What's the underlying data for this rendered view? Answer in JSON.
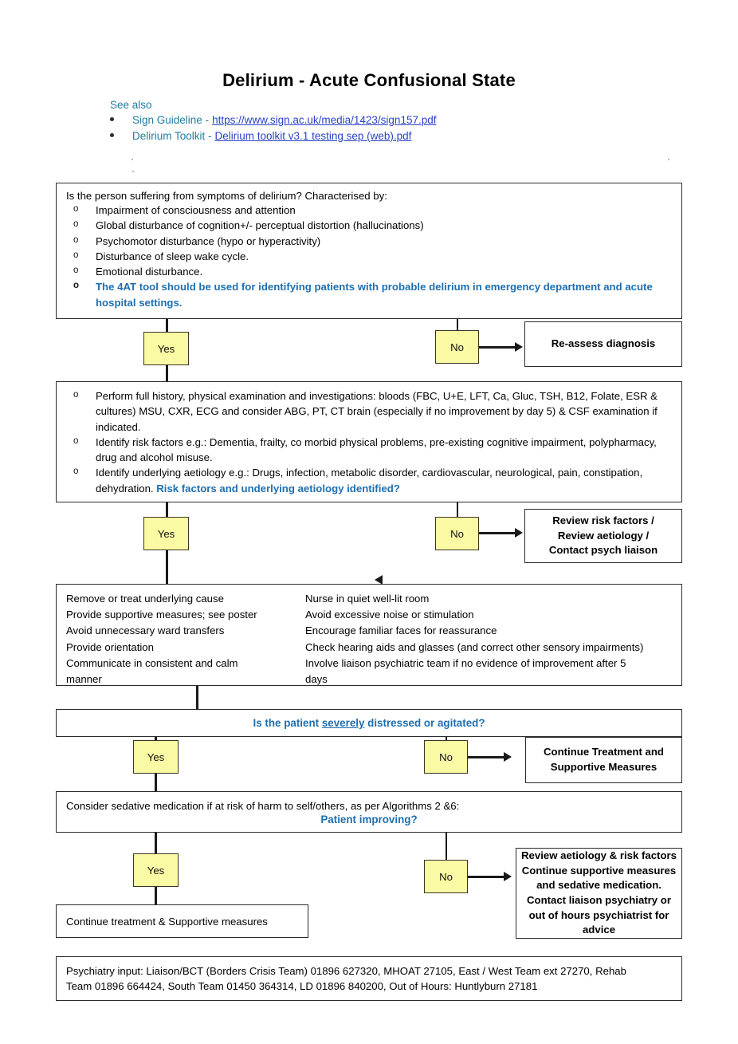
{
  "header": {
    "title": "Delirium - Acute Confusional State",
    "see_also_label": "See also",
    "links": [
      {
        "label": "Sign Guideline -",
        "url_text": "https://www.sign.ac.uk/media/1423/sign157.pdf"
      },
      {
        "label": "Delirium Toolkit -",
        "url_text": "Delirium toolkit v3.1 testing sep (web).pdf"
      }
    ]
  },
  "colors": {
    "accent_blue": "#1E6FB0",
    "link_teal": "#1F7C9E",
    "hyperlink": "#2A43C8",
    "chip_yellow": "#FAFAA5",
    "border": "#2b2b2b"
  },
  "step1": {
    "lead": "Is the person suffering from symptoms of delirium? Characterised by:",
    "items": [
      "Impairment of consciousness and attention",
      "Global disturbance of cognition+/- perceptual distortion (hallucinations)",
      "Psychomotor disturbance (hypo or hyperactivity)",
      "Disturbance of sleep wake cycle.",
      "Emotional disturbance."
    ],
    "highlight_item": "The 4AT tool should be used for identifying patients with probable delirium in emergency department and acute hospital settings.",
    "yes_label": "Yes",
    "no_label": "No",
    "no_outcome": "Re-assess diagnosis"
  },
  "step2": {
    "items": [
      "Perform full history, physical examination and investigations: bloods (FBC, U+E, LFT, Ca, Gluc, TSH, B12, Folate, ESR & cultures) MSU, CXR, ECG and consider ABG, PT, CT brain (especially if no improvement by day 5) & CSF examination if indicated.",
      "Identify risk factors e.g.:  Dementia, frailty, co morbid physical problems, pre-existing cognitive impairment, polypharmacy, drug and alcohol misuse."
    ],
    "item3_plain": "Identify underlying aetiology e.g.:  Drugs, infection, metabolic disorder, cardiovascular, neurological, pain, constipation, dehydration. ",
    "item3_highlight": "Risk factors and underlying aetiology identified?",
    "yes_label": "Yes",
    "no_label": "No",
    "no_outcome_lines": [
      "Review risk factors /",
      "Review aetiology /",
      "Contact psych liaison"
    ]
  },
  "management": {
    "left_column": [
      "Remove or treat underlying cause",
      "Provide supportive measures; see poster",
      "Avoid unnecessary ward transfers",
      "Provide orientation",
      "Communicate in consistent and calm",
      "manner"
    ],
    "right_column": [
      "Nurse in quiet well-lit room",
      "Avoid excessive noise or stimulation",
      "Encourage familiar faces for reassurance",
      "Check hearing aids and glasses (and correct other sensory impairments)",
      "Involve liaison psychiatric team if no evidence of improvement after 5",
      "days"
    ]
  },
  "step3": {
    "question_pre": "Is the patient ",
    "question_underline": "severely",
    "question_post": " distressed or agitated?",
    "yes_label": "Yes",
    "no_label": "No",
    "no_outcome_lines": [
      "Continue Treatment and",
      "Supportive Measures"
    ]
  },
  "step4": {
    "line1": "Consider sedative medication if at risk of harm to self/others, as per Algorithms 2 &6:",
    "line2_highlight": "Patient improving?",
    "yes_label": "Yes",
    "no_label": "No",
    "yes_outcome": "Continue treatment & Supportive measures",
    "no_outcome_lines": [
      "Review aetiology & risk factors",
      "Continue supportive measures",
      "and sedative medication.",
      "Contact liaison psychiatry or",
      "out of hours psychiatrist for",
      "advice"
    ]
  },
  "footer": {
    "line1": "Psychiatry input:  Liaison/BCT (Borders Crisis Team) 01896 627320, MHOAT 27105, East / West Team ext 27270, Rehab",
    "line2": "Team 01896 664424, South Team 01450 364314, LD 01896 840200, Out of Hours: Huntlyburn 27181"
  }
}
